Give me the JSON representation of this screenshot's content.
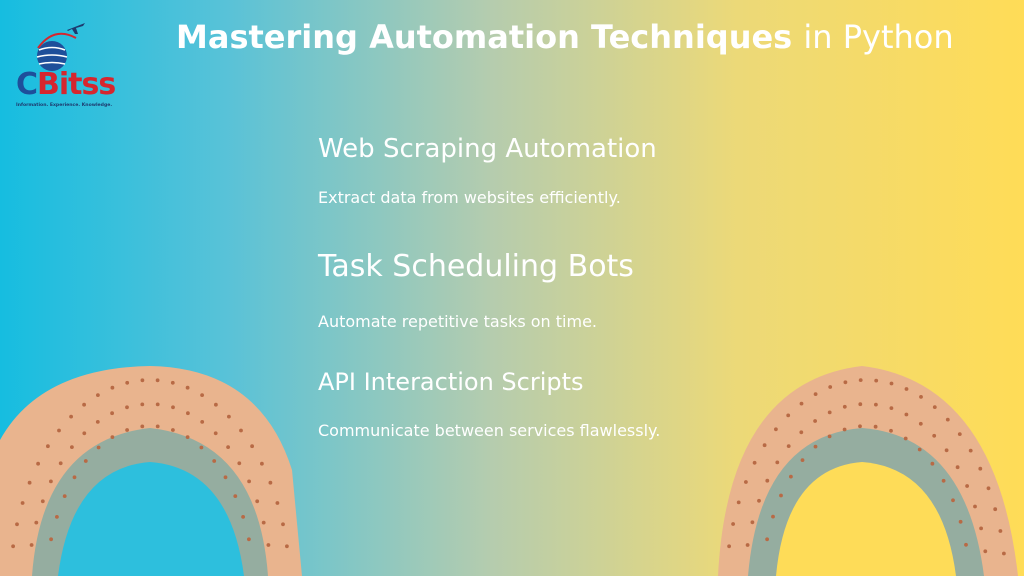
{
  "logo": {
    "letter_c": "C",
    "letters_rest": "Bitss",
    "tagline": "Information. Experience. Knowledge."
  },
  "header": {
    "title_bold": "Mastering Automation Techniques",
    "title_light": "in Python"
  },
  "items": [
    {
      "heading": "Web Scraping Automation",
      "description": "Extract data from websites efficiently."
    },
    {
      "heading": "Task Scheduling Bots",
      "description": "Automate repetitive tasks on time."
    },
    {
      "heading": "API Interaction Scripts",
      "description": "Communicate between services flawlessly."
    }
  ],
  "colors": {
    "gradient_left": "#16bde0",
    "gradient_right": "#ffdc57",
    "arch_outer": "#e9b48e",
    "arch_inner": "#95ada0",
    "dots": "#b86a45",
    "logo_blue": "#1e4f9a",
    "logo_red": "#d6262e",
    "text": "#ffffff"
  },
  "icons": [
    "globe-logo-icon",
    "airplane-icon"
  ]
}
